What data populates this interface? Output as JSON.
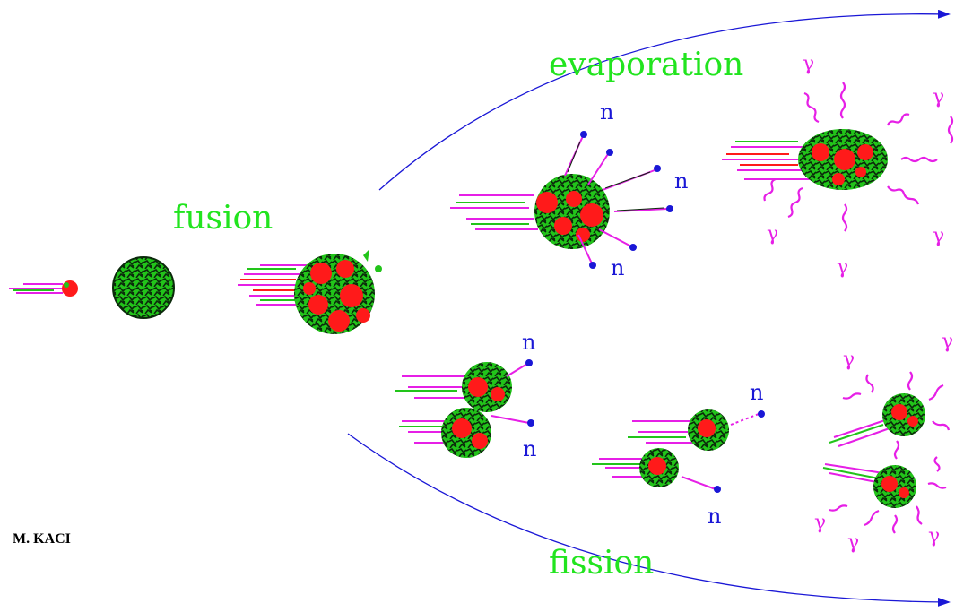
{
  "labels": {
    "fusion": "fusion",
    "evaporation": "evaporation",
    "fission": "fission",
    "credit": "M. KACI"
  },
  "particles": {
    "neutron": "n",
    "gamma": "γ"
  },
  "colors": {
    "proton": "#ff1a1a",
    "neutron_matter": "#22c41a",
    "dark_texture": "#0b2a0b",
    "trail_magenta": "#e61fe6",
    "arrow_blue": "#1a17d6",
    "label_green": "#22e41f"
  }
}
